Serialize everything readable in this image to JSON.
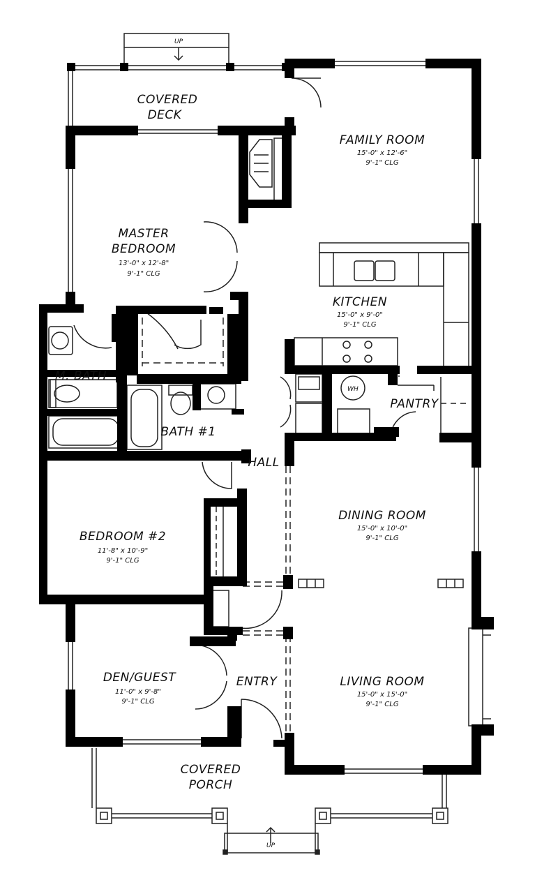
{
  "rooms": {
    "covered_deck": {
      "line1": "COVERED",
      "line2": "DECK"
    },
    "family_room": {
      "name": "FAMILY ROOM",
      "dims": "15'-0\" x 12'-6\"",
      "ceiling": "9'-1\" CLG"
    },
    "master_bedroom": {
      "line1": "MASTER",
      "line2": "BEDROOM",
      "dims": "13'-0\" x 12'-8\"",
      "ceiling": "9'-1\" CLG"
    },
    "kitchen": {
      "name": "KITCHEN",
      "dims": "15'-0\" x 9'-0\"",
      "ceiling": "9'-1\" CLG"
    },
    "m_bath": {
      "name": "M. BATH"
    },
    "bath_1": {
      "name": "BATH #1"
    },
    "pantry": {
      "name": "PANTRY"
    },
    "water_heater": {
      "name": "WH"
    },
    "hall": {
      "name": "HALL"
    },
    "dining_room": {
      "name": "DINING ROOM",
      "dims": "15'-0\" x 10'-0\"",
      "ceiling": "9'-1\" CLG"
    },
    "bedroom_2": {
      "name": "BEDROOM #2",
      "dims": "11'-8\" x 10'-9\"",
      "ceiling": "9'-1\" CLG"
    },
    "den_guest": {
      "name": "DEN/GUEST",
      "dims": "11'-0\" x 9'-8\"",
      "ceiling": "9'-1\" CLG"
    },
    "entry": {
      "name": "ENTRY"
    },
    "living_room": {
      "name": "LIVING ROOM",
      "dims": "15'-0\" x 15'-0\"",
      "ceiling": "9'-1\" CLG"
    },
    "covered_porch": {
      "line1": "COVERED",
      "line2": "PORCH"
    }
  },
  "stairs": {
    "top": "UP",
    "bottom": "UP"
  },
  "colors": {
    "wall": "#000000",
    "line": "#222222",
    "background": "#ffffff"
  }
}
